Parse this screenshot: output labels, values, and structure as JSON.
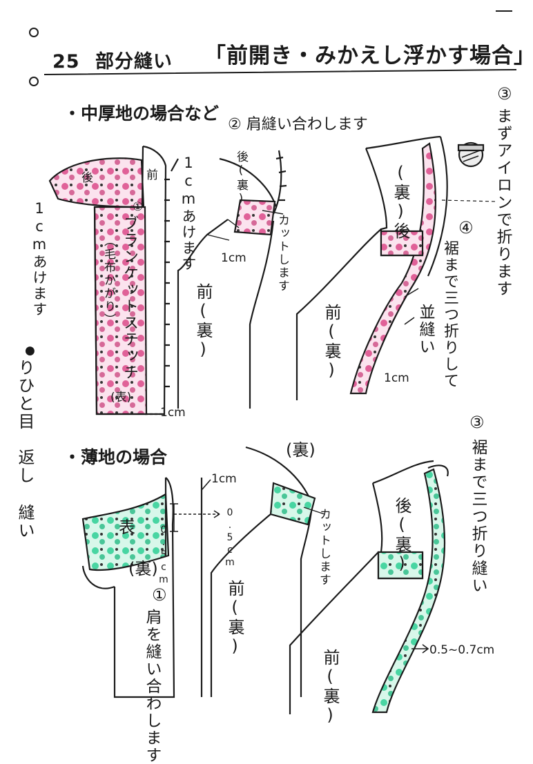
{
  "header": {
    "number": "25",
    "title_left": "部分縫い",
    "title_main": "「前開き・みかえし浮かす場合」"
  },
  "colors": {
    "ink": "#1a1a1a",
    "pink": "#d6357a",
    "green": "#2fcf95",
    "paper": "#ffffff"
  },
  "side_note": {
    "bullet": "●",
    "lines": [
      "りひと目",
      "返し",
      "縫い"
    ]
  },
  "section_top": {
    "heading": "・中厚地の場合など",
    "step1": {
      "num": "①",
      "text": "ブランケットステッチ",
      "paren": "（毛布かがり）",
      "face": "(表)",
      "back_label": "後",
      "front_label": "前",
      "left_note": "1cmあけます",
      "right_note": "1cmあけます",
      "bottom_note": "1cm"
    },
    "step2": {
      "title": "② 肩縫い合わします",
      "back_label": "後(裏)",
      "front_label": "前(裏)",
      "cut_note": "カットします",
      "dim": "1cm"
    },
    "step3": {
      "num": "③",
      "text": "まずアイロンで折ります",
      "back_label": "(裏)後",
      "front_label": "前(裏)"
    },
    "step4": {
      "num": "④",
      "text": "裾まで三つ折りして",
      "text2": "並縫い",
      "dim": "1cm"
    }
  },
  "section_bottom": {
    "heading": "・薄地の場合",
    "step1": {
      "num": "①",
      "text": "肩を縫い合わします",
      "face_label": "表",
      "back_label": "(裏)",
      "dim_top": "1cm",
      "dim_side": "0.5cm",
      "dim_inner": "0.5cm"
    },
    "step2": {
      "back_label": "(裏)",
      "front_label": "前(裏)",
      "cut_note": "カットします"
    },
    "step3": {
      "num": "③",
      "text": "裾まで三つ折り縫い",
      "back_label": "後(裏)",
      "front_label": "前(裏)",
      "dim": "0.5~0.7cm"
    }
  }
}
